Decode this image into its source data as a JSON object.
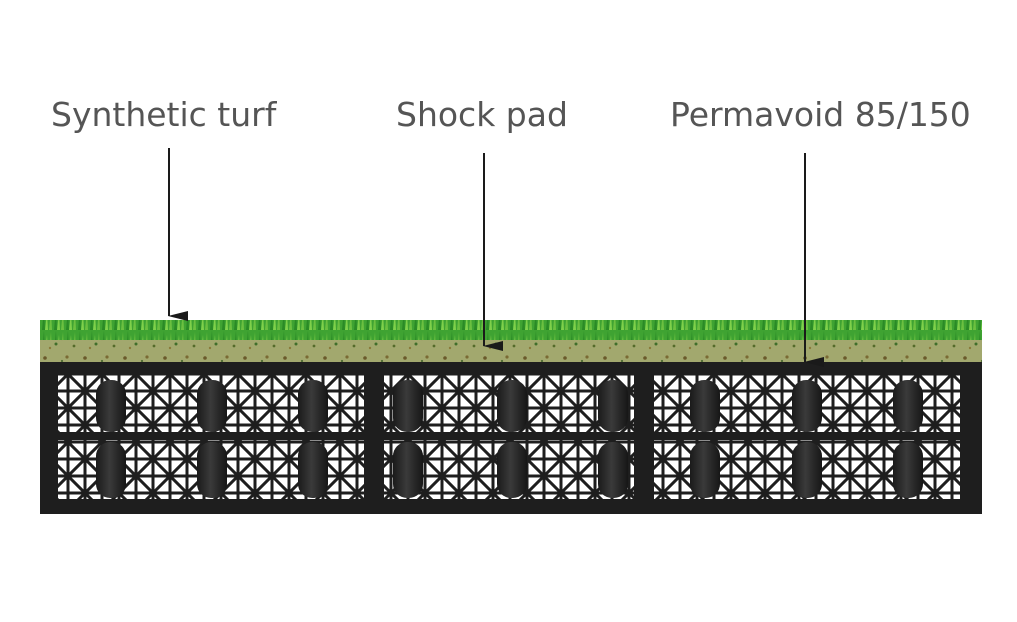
{
  "labels": {
    "synthetic_turf": "Synthetic turf",
    "shock_pad": "Shock pad",
    "permavoid": "Permavoid 85/150"
  },
  "colors": {
    "text": "#555555",
    "arrow": "#1a1a1a",
    "turf_dark": "#2f9a2a",
    "turf_light": "#6cc040",
    "shock_pad": "#9aa36a",
    "crate": "#1e1e1e",
    "crate_background": "#ffffff"
  }
}
